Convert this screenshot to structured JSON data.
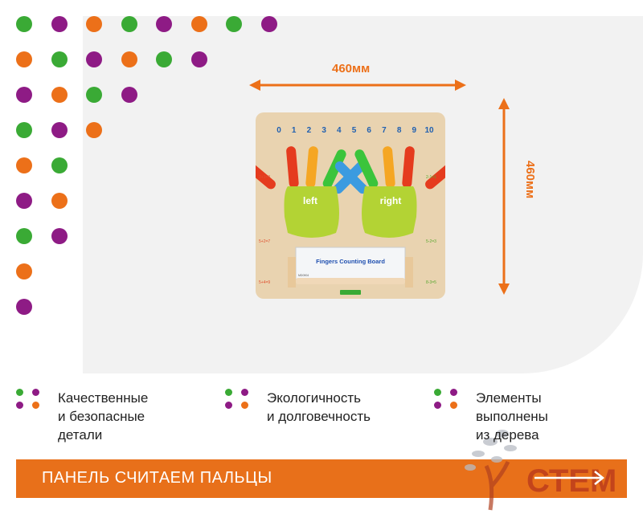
{
  "dimensions": {
    "width": "460мм",
    "height": "460мм"
  },
  "board": {
    "numbers": [
      "0",
      "1",
      "2",
      "3",
      "4",
      "5",
      "6",
      "7",
      "8",
      "9",
      "10"
    ],
    "left_label": "left",
    "right_label": "right",
    "card_title": "Fingers Counting Board",
    "card_code": "MD0904",
    "left_equations": [
      "2+1=3",
      "5+2=7",
      "5+4=9"
    ],
    "right_equations": [
      "2-1=1",
      "5-2=3",
      "8-3=5"
    ]
  },
  "features": [
    {
      "line1": "Качественные",
      "line2": "и безопасные",
      "line3": "детали"
    },
    {
      "line1": "Экологичность",
      "line2": "и долговечность",
      "line3": ""
    },
    {
      "line1": "Элементы",
      "line2": "выполнены",
      "line3": "из дерева"
    }
  ],
  "banner": {
    "title": "ПАНЕЛЬ СЧИТАЕМ ПАЛЬЦЫ"
  },
  "logo": {
    "text": "СТЕМ"
  },
  "colors": {
    "green": "#3aaa35",
    "purple": "#8e1b85",
    "orange": "#ec7019"
  }
}
